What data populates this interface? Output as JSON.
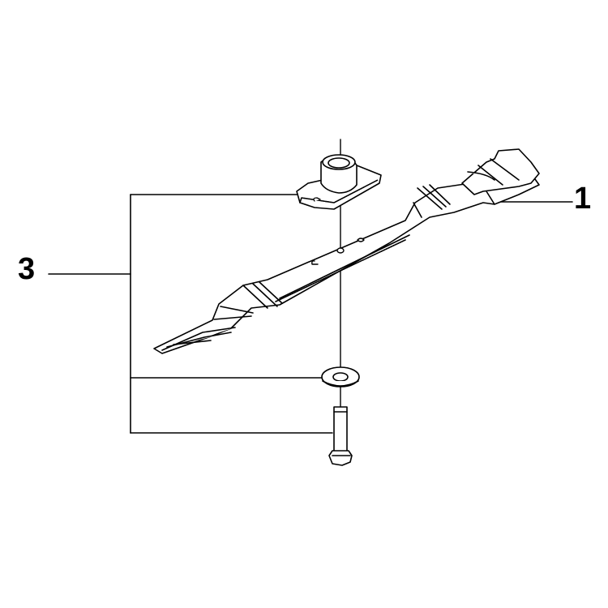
{
  "diagram": {
    "type": "exploded-parts-view",
    "subject": "mower blade assembly",
    "callouts": [
      {
        "id": "1",
        "label": "1",
        "part": "blade"
      },
      {
        "id": "3",
        "label": "3",
        "part": "blade hub kit (adapter, washer, bolt)"
      }
    ],
    "parts": [
      "blade-adapter",
      "blade",
      "washer",
      "bolt"
    ],
    "colors": {
      "line": "#000000",
      "background": "#ffffff"
    }
  }
}
